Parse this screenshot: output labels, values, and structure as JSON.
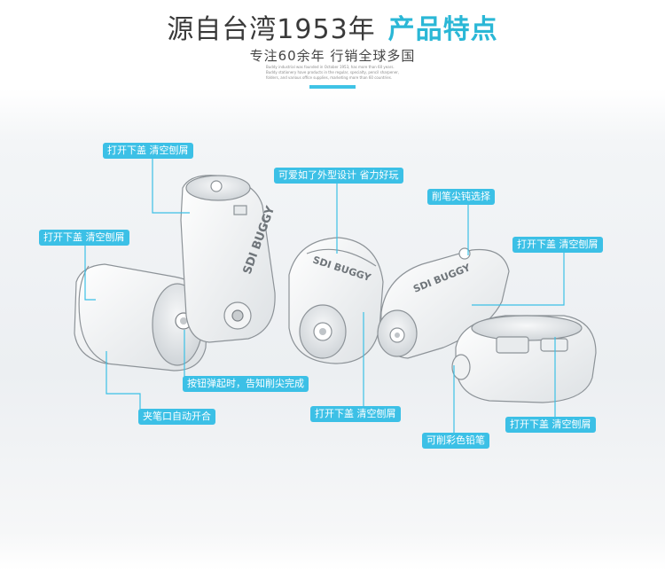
{
  "header": {
    "title_main": "源自台湾1953年",
    "title_accent": "产品特点",
    "subtitle": "专注60余年 行销全球多国",
    "tiny_lines": [
      "Buddy industrial was founded in October 1953, has more than 60 years.",
      "Buddy stationery have products in the regular, specialty, pencil sharpener,",
      "folders, and various office supplies, marketing more than 60 countries."
    ],
    "accent_color": "#3fc3e6"
  },
  "product_logo": "SDI BUGGY",
  "callouts": {
    "open_lid_1": "打开下盖 清空刨屑",
    "open_lid_2": "打开下盖 清空刨屑",
    "cute_design": "可爱如了外型设计 省力好玩",
    "tip_select": "削笔尖钝选择",
    "open_lid_3": "打开下盖 清空刨屑",
    "button_pop": "按钮弹起时，告知削尖完成",
    "clamp_auto": "夹笔口自动开合",
    "open_lid_4": "打开下盖 清空刨屑",
    "color_pencil": "可削彩色铅笔",
    "open_lid_5": "打开下盖 清空刨屑"
  },
  "label_color": "#3cc0e6"
}
